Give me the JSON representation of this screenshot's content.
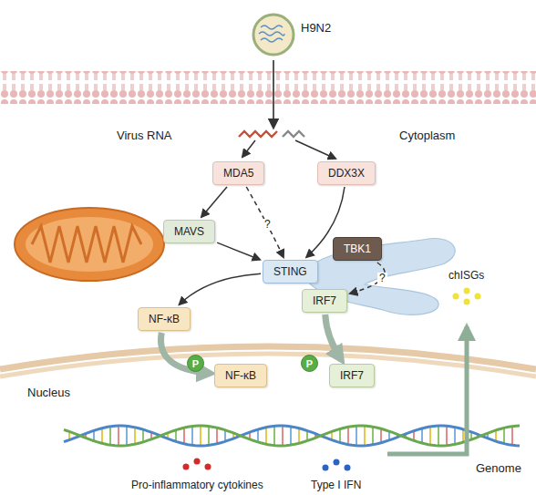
{
  "diagram": {
    "nodes": [
      {
        "text": [
          "MDA5"
        ]
      },
      {
        "text": [
          "DDX3X"
        ]
      },
      {
        "text": [
          "MAVS"
        ]
      },
      {
        "text": [
          "STING"
        ]
      },
      {
        "text": [
          "TBK1"
        ]
      },
      {
        "text": [
          "IRF7"
        ]
      },
      {
        "text": [
          "NF-κB"
        ]
      },
      {
        "text": [
          "P"
        ]
      },
      {
        "text": [
          "NF-κB"
        ]
      },
      {
        "text": [
          "P"
        ]
      },
      {
        "text": [
          "IRF7"
        ]
      }
    ],
    "edges": [
      {
        "from": 0,
        "to": 2,
        "arrow": "to"
      },
      {
        "from": 0,
        "to": 3,
        "arrow": "to",
        "label": "?"
      },
      {
        "from": 1,
        "to": 3,
        "arrow": "to"
      },
      {
        "from": 2,
        "to": 3,
        "arrow": "to"
      },
      {
        "from": 3,
        "to": 6,
        "arrow": "to"
      },
      {
        "from": 4,
        "to": 5,
        "arrow": "to",
        "label": "?"
      },
      {
        "from": 6,
        "to": 8,
        "arrow": "to"
      },
      {
        "from": 5,
        "to": 10,
        "arrow": "to"
      }
    ],
    "labels": [
      "H9N2",
      "Virus RNA",
      "Cytoplasm",
      "Nucleus",
      "Genome",
      "Pro-inflammatory cytokines",
      "Type I IFN",
      "chISGs"
    ]
  }
}
